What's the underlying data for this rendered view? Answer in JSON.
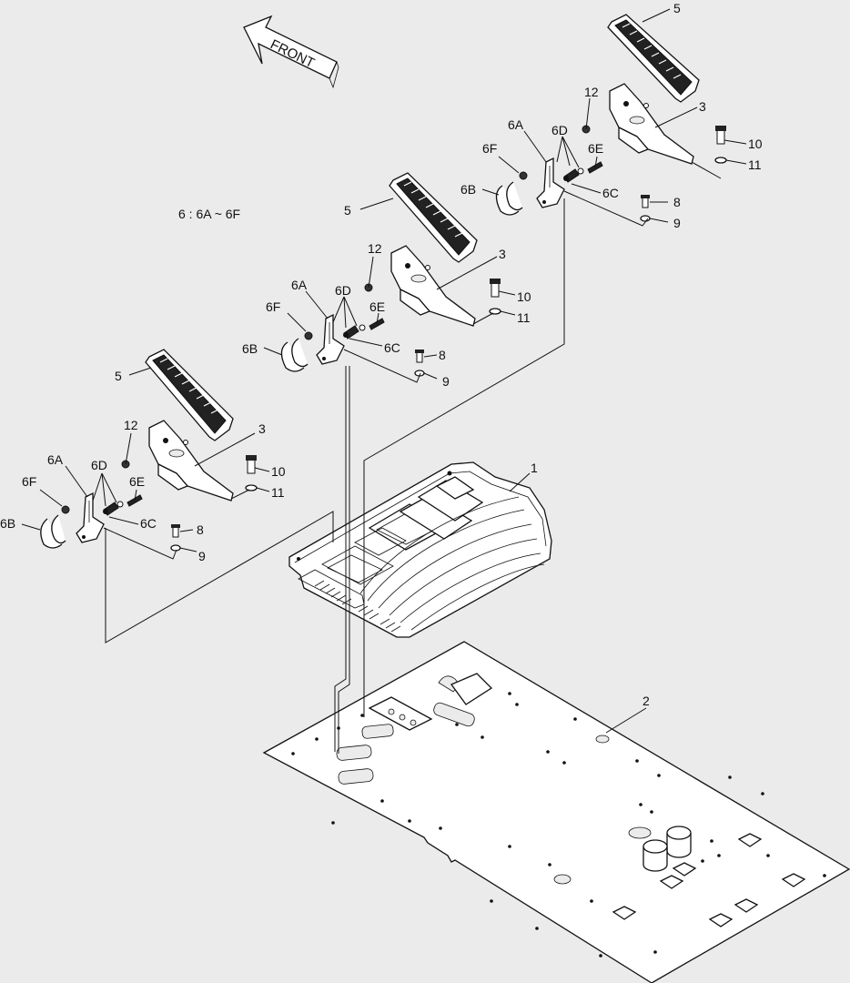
{
  "front_label": "FRONT",
  "note": "6 : 6A ~ 6F",
  "callouts": {
    "p1": "1",
    "p2": "2",
    "r_5": "5",
    "r_3": "3",
    "r_12": "12",
    "r_10": "10",
    "r_11": "11",
    "r_6A": "6A",
    "r_6D": "6D",
    "r_6E": "6E",
    "r_6F": "6F",
    "r_6B": "6B",
    "r_6C": "6C",
    "r_8": "8",
    "r_9": "9",
    "m_5": "5",
    "m_3": "3",
    "m_12": "12",
    "m_10": "10",
    "m_11": "11",
    "m_6A": "6A",
    "m_6D": "6D",
    "m_6E": "6E",
    "m_6F": "6F",
    "m_6B": "6B",
    "m_6C": "6C",
    "m_8": "8",
    "m_9": "9",
    "l_5": "5",
    "l_3": "3",
    "l_12": "12",
    "l_10": "10",
    "l_11": "11",
    "l_6A": "6A",
    "l_6D": "6D",
    "l_6E": "6E",
    "l_6F": "6F",
    "l_6B": "6B",
    "l_6C": "6C",
    "l_8": "8",
    "l_9": "9"
  },
  "colors": {
    "background": "#ebebeb",
    "line": "#111111",
    "part_fill": "#ffffff"
  }
}
